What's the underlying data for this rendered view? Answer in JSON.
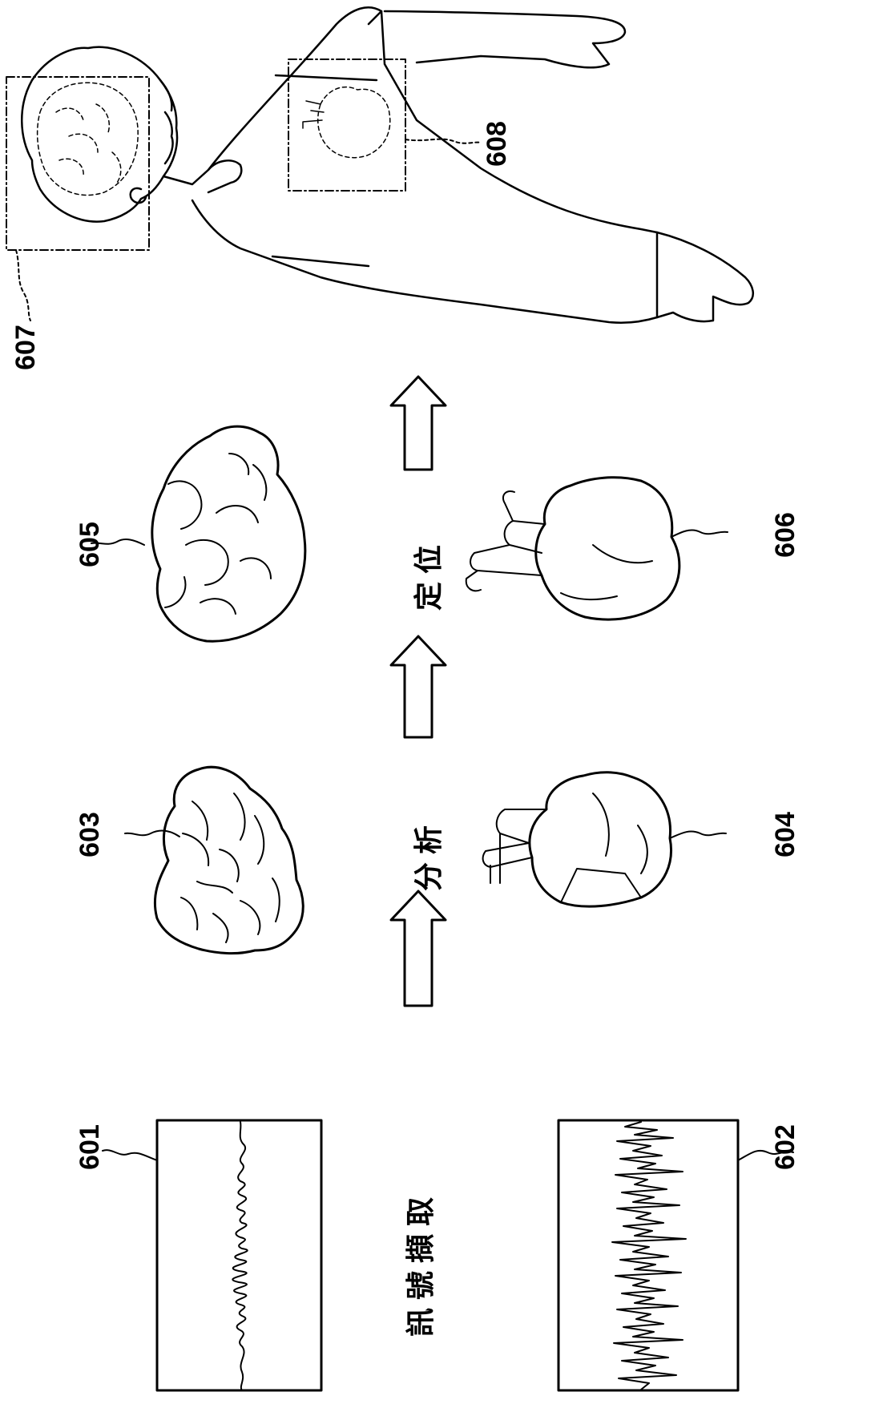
{
  "labels": {
    "ref_601": "601",
    "ref_602": "602",
    "ref_603": "603",
    "ref_604": "604",
    "ref_605": "605",
    "ref_606": "606",
    "ref_607": "607",
    "ref_608": "608"
  },
  "steps": {
    "capture": "訊號擷取",
    "analysis": "分析",
    "locate": "定位"
  },
  "colors": {
    "ink": "#000000",
    "paper": "#ffffff"
  }
}
